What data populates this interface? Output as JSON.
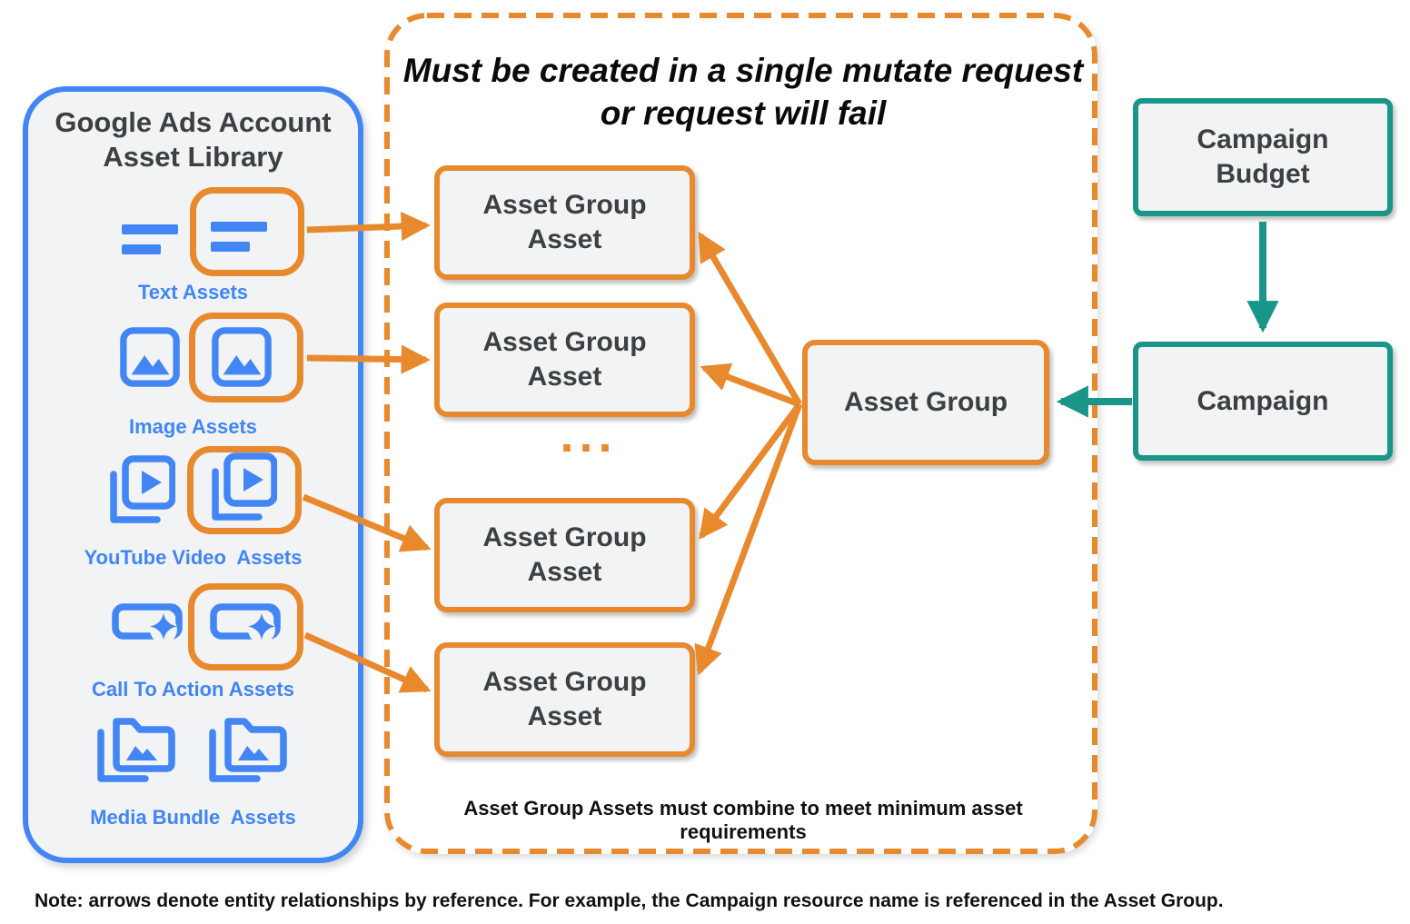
{
  "colors": {
    "blue": "#4285F4",
    "orange": "#E8892E",
    "teal": "#1A9688",
    "box_fill": "#F1F3F4",
    "dark_text": "#3C4043"
  },
  "library": {
    "title_line1": "Google Ads Account",
    "title_line2": "Asset Library",
    "items": [
      {
        "label": "Text Assets",
        "icon": "text-asset-icon",
        "highlighted": true
      },
      {
        "label": "Image Assets",
        "icon": "image-asset-icon",
        "highlighted": true
      },
      {
        "label": "YouTube Video  Assets",
        "icon": "youtube-video-asset-icon",
        "highlighted": true
      },
      {
        "label": "Call To Action Assets",
        "icon": "call-to-action-asset-icon",
        "highlighted": true
      },
      {
        "label": "Media Bundle  Assets",
        "icon": "media-bundle-asset-icon",
        "highlighted": false
      }
    ]
  },
  "mutate_group": {
    "title_line1": "Must be created in a single mutate request",
    "title_line2": "or request will fail",
    "asset_box_line1": "Asset Group",
    "asset_box_line2": "Asset",
    "ellipsis": "...",
    "asset_group_label": "Asset Group",
    "footer": "Asset Group Assets must combine to meet minimum asset requirements"
  },
  "campaign_flow": {
    "budget_line1": "Campaign",
    "budget_line2": "Budget",
    "campaign_label": "Campaign"
  },
  "note": "Note: arrows denote entity relationships by reference. For example, the Campaign resource name is referenced in the Asset Group."
}
